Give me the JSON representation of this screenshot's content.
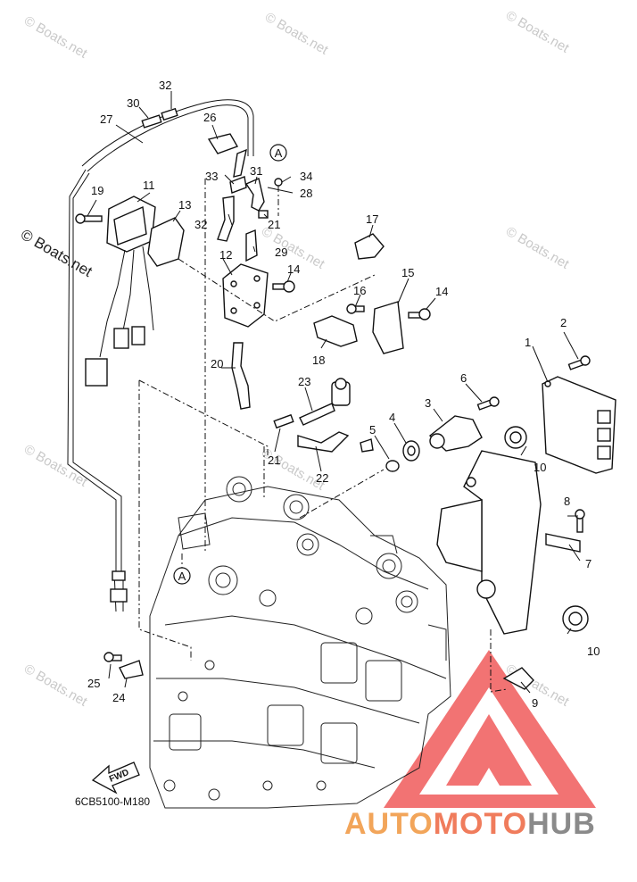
{
  "diagram": {
    "drawing_code": "6CB5100-M180",
    "fwd_label": "FWD",
    "reference_marker": "A",
    "watermark": "© Boats.net",
    "callouts": [
      "1",
      "2",
      "3",
      "4",
      "5",
      "6",
      "7",
      "8",
      "9",
      "10",
      "10",
      "11",
      "12",
      "13",
      "14",
      "14",
      "15",
      "16",
      "17",
      "18",
      "19",
      "20",
      "21",
      "21",
      "22",
      "23",
      "24",
      "25",
      "26",
      "27",
      "28",
      "29",
      "30",
      "31",
      "32",
      "32",
      "33",
      "34"
    ]
  },
  "branding": {
    "logo_parts": [
      "AUTO",
      "MOTO",
      "HUB"
    ],
    "colors": {
      "auto": "#f2a55a",
      "moto": "#f07c5c",
      "hub": "#8a8a8a",
      "triangle": "#f05a5a"
    }
  }
}
